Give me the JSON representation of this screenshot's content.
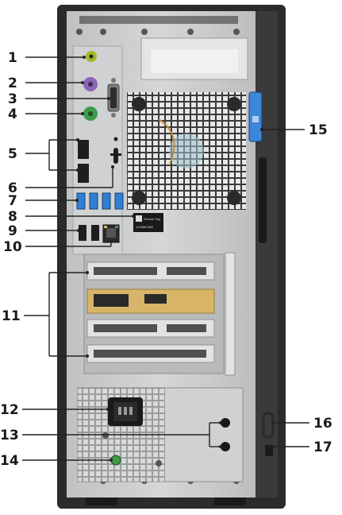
{
  "callouts": [
    {
      "number": "1",
      "port": "audio-line-out"
    },
    {
      "number": "2",
      "port": "ps2-keyboard"
    },
    {
      "number": "3",
      "port": "serial"
    },
    {
      "number": "4",
      "port": "ps2-mouse"
    },
    {
      "number": "5",
      "port": "displayport"
    },
    {
      "number": "6",
      "port": "power-button"
    },
    {
      "number": "7",
      "port": "usb3"
    },
    {
      "number": "8",
      "port": "service-tag"
    },
    {
      "number": "9",
      "port": "usb2"
    },
    {
      "number": "10",
      "port": "network"
    },
    {
      "number": "11",
      "port": "expansion-slots"
    },
    {
      "number": "12",
      "port": "power-connector"
    },
    {
      "number": "13",
      "port": "psu-diagnostic"
    },
    {
      "number": "14",
      "port": "psu-light"
    },
    {
      "number": "15",
      "port": "release-latch"
    },
    {
      "number": "16",
      "port": "padlock-ring"
    },
    {
      "number": "17",
      "port": "security-slot"
    }
  ],
  "service_tag_label": {
    "line1": "Service Tag",
    "line2": "1234567890"
  },
  "colors": {
    "chassis": "#2b2b2b",
    "panel": "#c9cbcc",
    "panel_light": "#dcdedf",
    "usb3": "#2f7fd6",
    "ps2_keyboard": "#8a66b3",
    "ps2_mouse": "#3f9a4a",
    "audio": "#a6b827",
    "latch": "#3d86d8",
    "gold": "#d8b468"
  }
}
